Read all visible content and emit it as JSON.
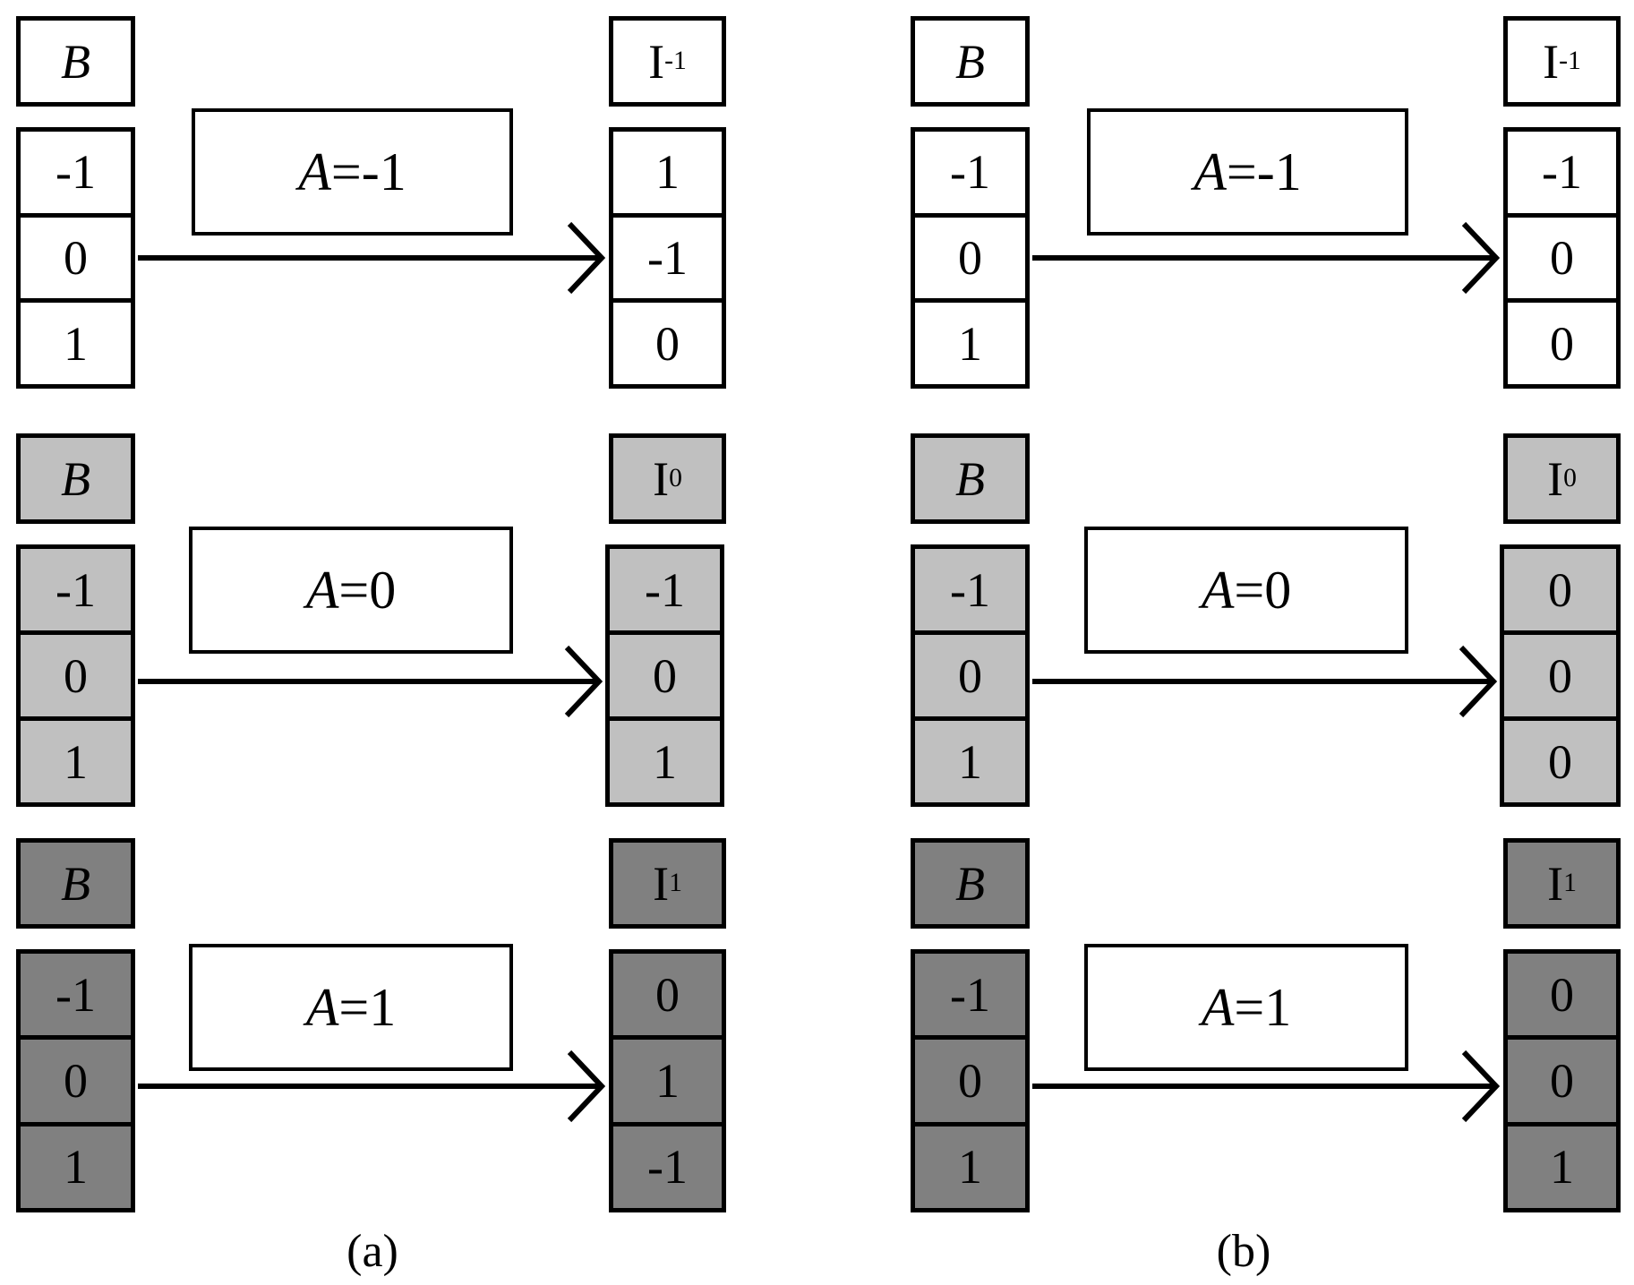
{
  "colors": {
    "row0_fill": "#ffffff",
    "row1_fill": "#c0c0c0",
    "row2_fill": "#808080",
    "stroke": "#000000",
    "label_box_fill": "#ffffff"
  },
  "panels": [
    {
      "caption": "(a)",
      "rows": [
        {
          "input_header": "B",
          "input_values": [
            "-1",
            "0",
            "1"
          ],
          "op_var": "A",
          "op_eq": "=-1",
          "output_header_base": "I",
          "output_header_sub": "-1",
          "output_values": [
            "1",
            "-1",
            "0"
          ]
        },
        {
          "input_header": "B",
          "input_values": [
            "-1",
            "0",
            "1"
          ],
          "op_var": "A",
          "op_eq": "=0",
          "output_header_base": "I",
          "output_header_sub": "0",
          "output_values": [
            "-1",
            "0",
            "1"
          ]
        },
        {
          "input_header": "B",
          "input_values": [
            "-1",
            "0",
            "1"
          ],
          "op_var": "A",
          "op_eq": "=1",
          "output_header_base": "I",
          "output_header_sub": "1",
          "output_values": [
            "0",
            "1",
            "-1"
          ]
        }
      ]
    },
    {
      "caption": "(b)",
      "rows": [
        {
          "input_header": "B",
          "input_values": [
            "-1",
            "0",
            "1"
          ],
          "op_var": "A",
          "op_eq": "=-1",
          "output_header_base": "I",
          "output_header_sub": "-1",
          "output_values": [
            "-1",
            "0",
            "0"
          ]
        },
        {
          "input_header": "B",
          "input_values": [
            "-1",
            "0",
            "1"
          ],
          "op_var": "A",
          "op_eq": "=0",
          "output_header_base": "I",
          "output_header_sub": "0",
          "output_values": [
            "0",
            "0",
            "0"
          ]
        },
        {
          "input_header": "B",
          "input_values": [
            "-1",
            "0",
            "1"
          ],
          "op_var": "A",
          "op_eq": "=1",
          "output_header_base": "I",
          "output_header_sub": "1",
          "output_values": [
            "0",
            "0",
            "1"
          ]
        }
      ]
    }
  ]
}
